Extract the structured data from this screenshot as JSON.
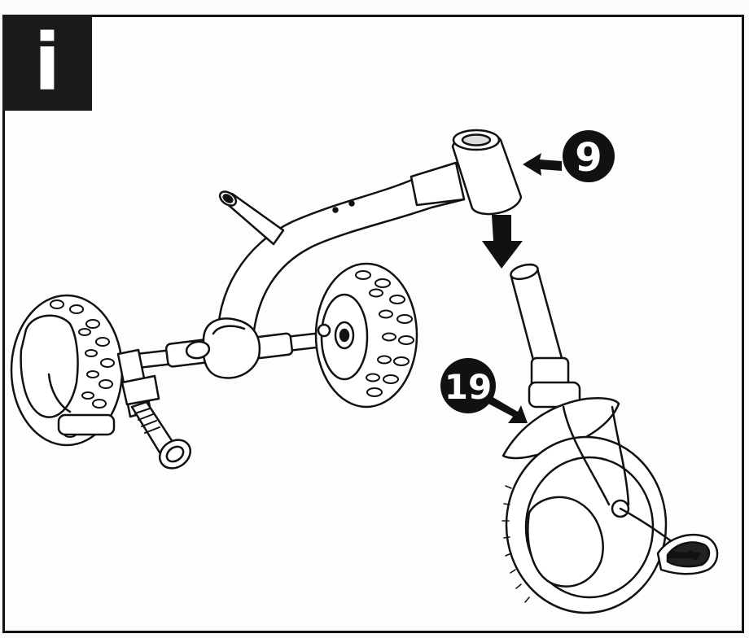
{
  "step": {
    "label": "i"
  },
  "callouts": [
    {
      "id": "part-9",
      "number": "9"
    },
    {
      "id": "part-19",
      "number": "19"
    }
  ],
  "logo": {
    "text": "Smoby"
  },
  "colors": {
    "ink": "#111111",
    "badge": "#1a1a1a",
    "paper": "#fdfdfd"
  },
  "icons": [
    "arrow-down-icon",
    "arrow-left-icon",
    "arrow-down-left-icon"
  ]
}
